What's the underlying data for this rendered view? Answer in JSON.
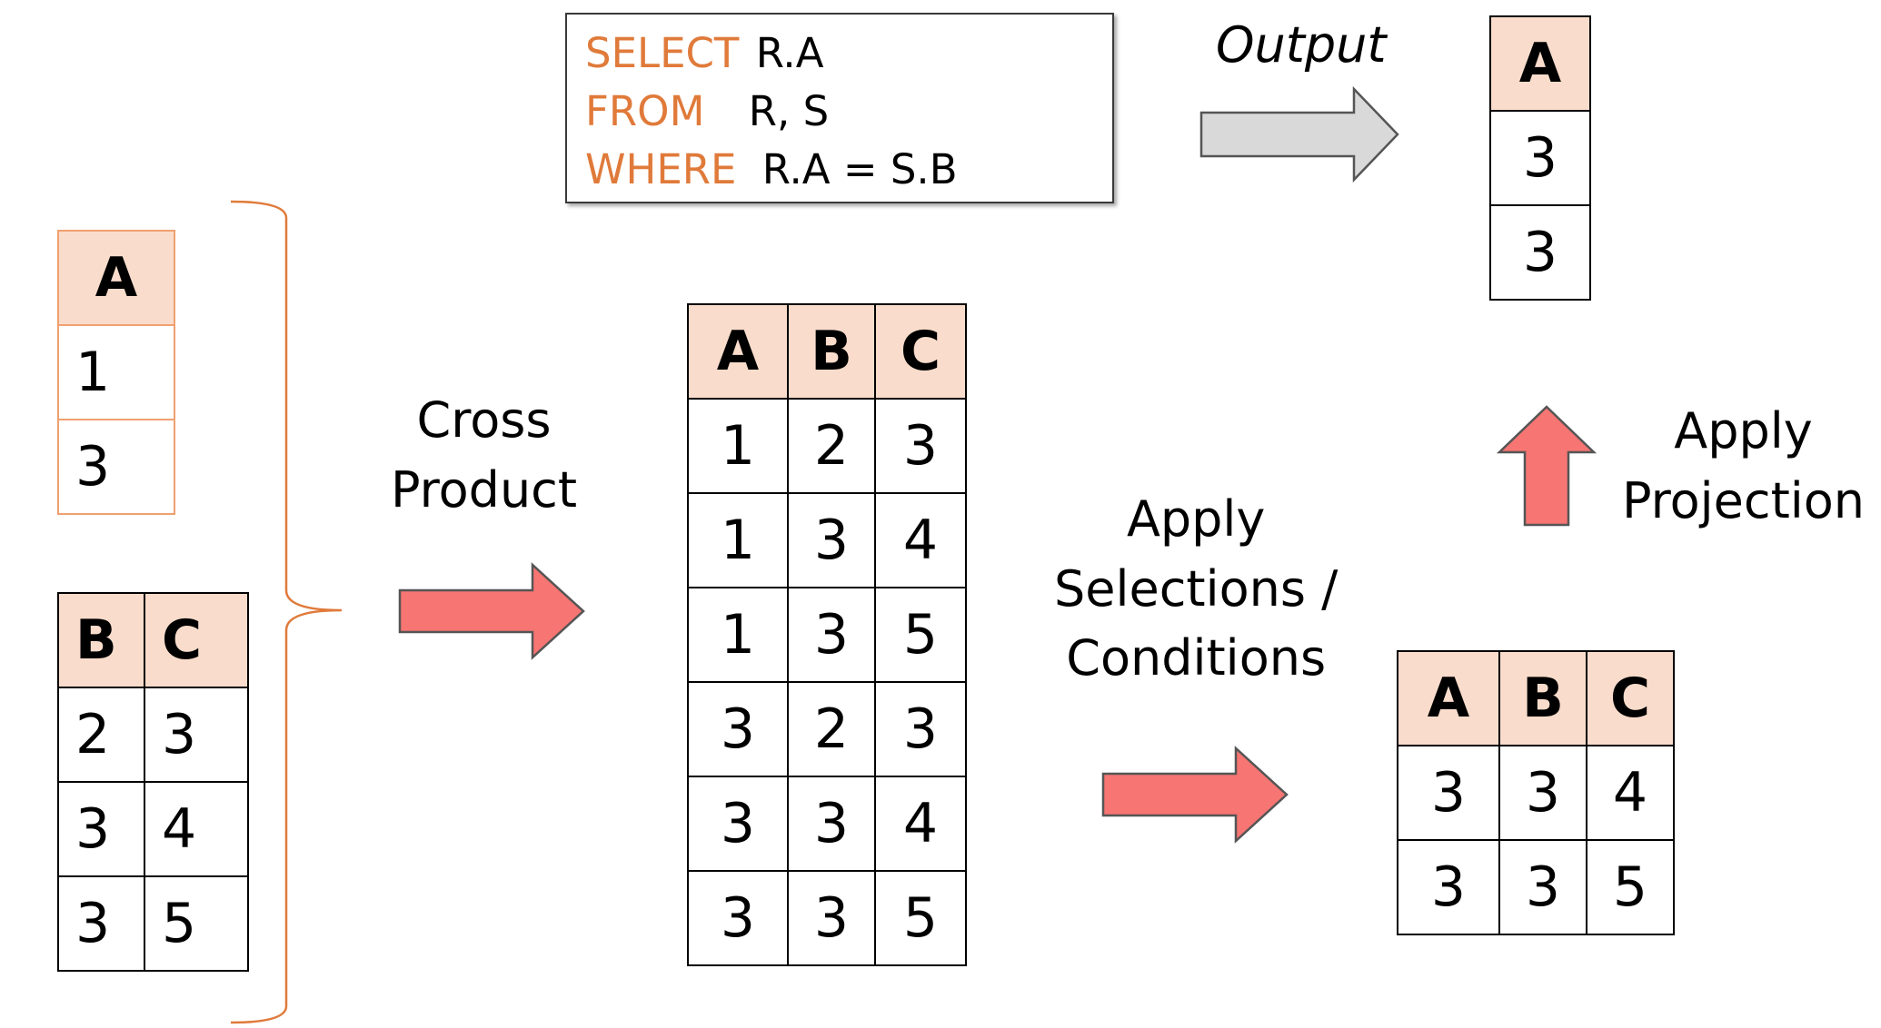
{
  "sql": {
    "select_kw": "SELECT",
    "select_rest": "R.A",
    "from_kw": "FROM",
    "from_rest": "R, S",
    "where_kw": "WHERE",
    "where_rest": "R.A = S.B"
  },
  "labels": {
    "output": "Output",
    "cross_product_1": "Cross",
    "cross_product_2": "Product",
    "selections_1": "Apply",
    "selections_2": "Selections /",
    "selections_3": "Conditions",
    "projection_1": "Apply",
    "projection_2": "Projection"
  },
  "table_r": {
    "headers": [
      "A"
    ],
    "rows": [
      [
        "1"
      ],
      [
        "3"
      ]
    ]
  },
  "table_s": {
    "headers": [
      "B",
      "C"
    ],
    "rows": [
      [
        "2",
        "3"
      ],
      [
        "3",
        "4"
      ],
      [
        "3",
        "5"
      ]
    ]
  },
  "table_cross": {
    "headers": [
      "A",
      "B",
      "C"
    ],
    "rows": [
      [
        "1",
        "2",
        "3"
      ],
      [
        "1",
        "3",
        "4"
      ],
      [
        "1",
        "3",
        "5"
      ],
      [
        "3",
        "2",
        "3"
      ],
      [
        "3",
        "3",
        "4"
      ],
      [
        "3",
        "3",
        "5"
      ]
    ]
  },
  "table_selected": {
    "headers": [
      "A",
      "B",
      "C"
    ],
    "rows": [
      [
        "3",
        "3",
        "4"
      ],
      [
        "3",
        "3",
        "5"
      ]
    ]
  },
  "table_output": {
    "headers": [
      "A"
    ],
    "rows": [
      [
        "3"
      ],
      [
        "3"
      ]
    ]
  },
  "colors": {
    "keyword": "#e07a3a",
    "header_fill": "#f9dccb",
    "arrow_fill": "#f77572",
    "output_arrow_fill": "#d9d9d9",
    "brace": "#e07a3a"
  }
}
